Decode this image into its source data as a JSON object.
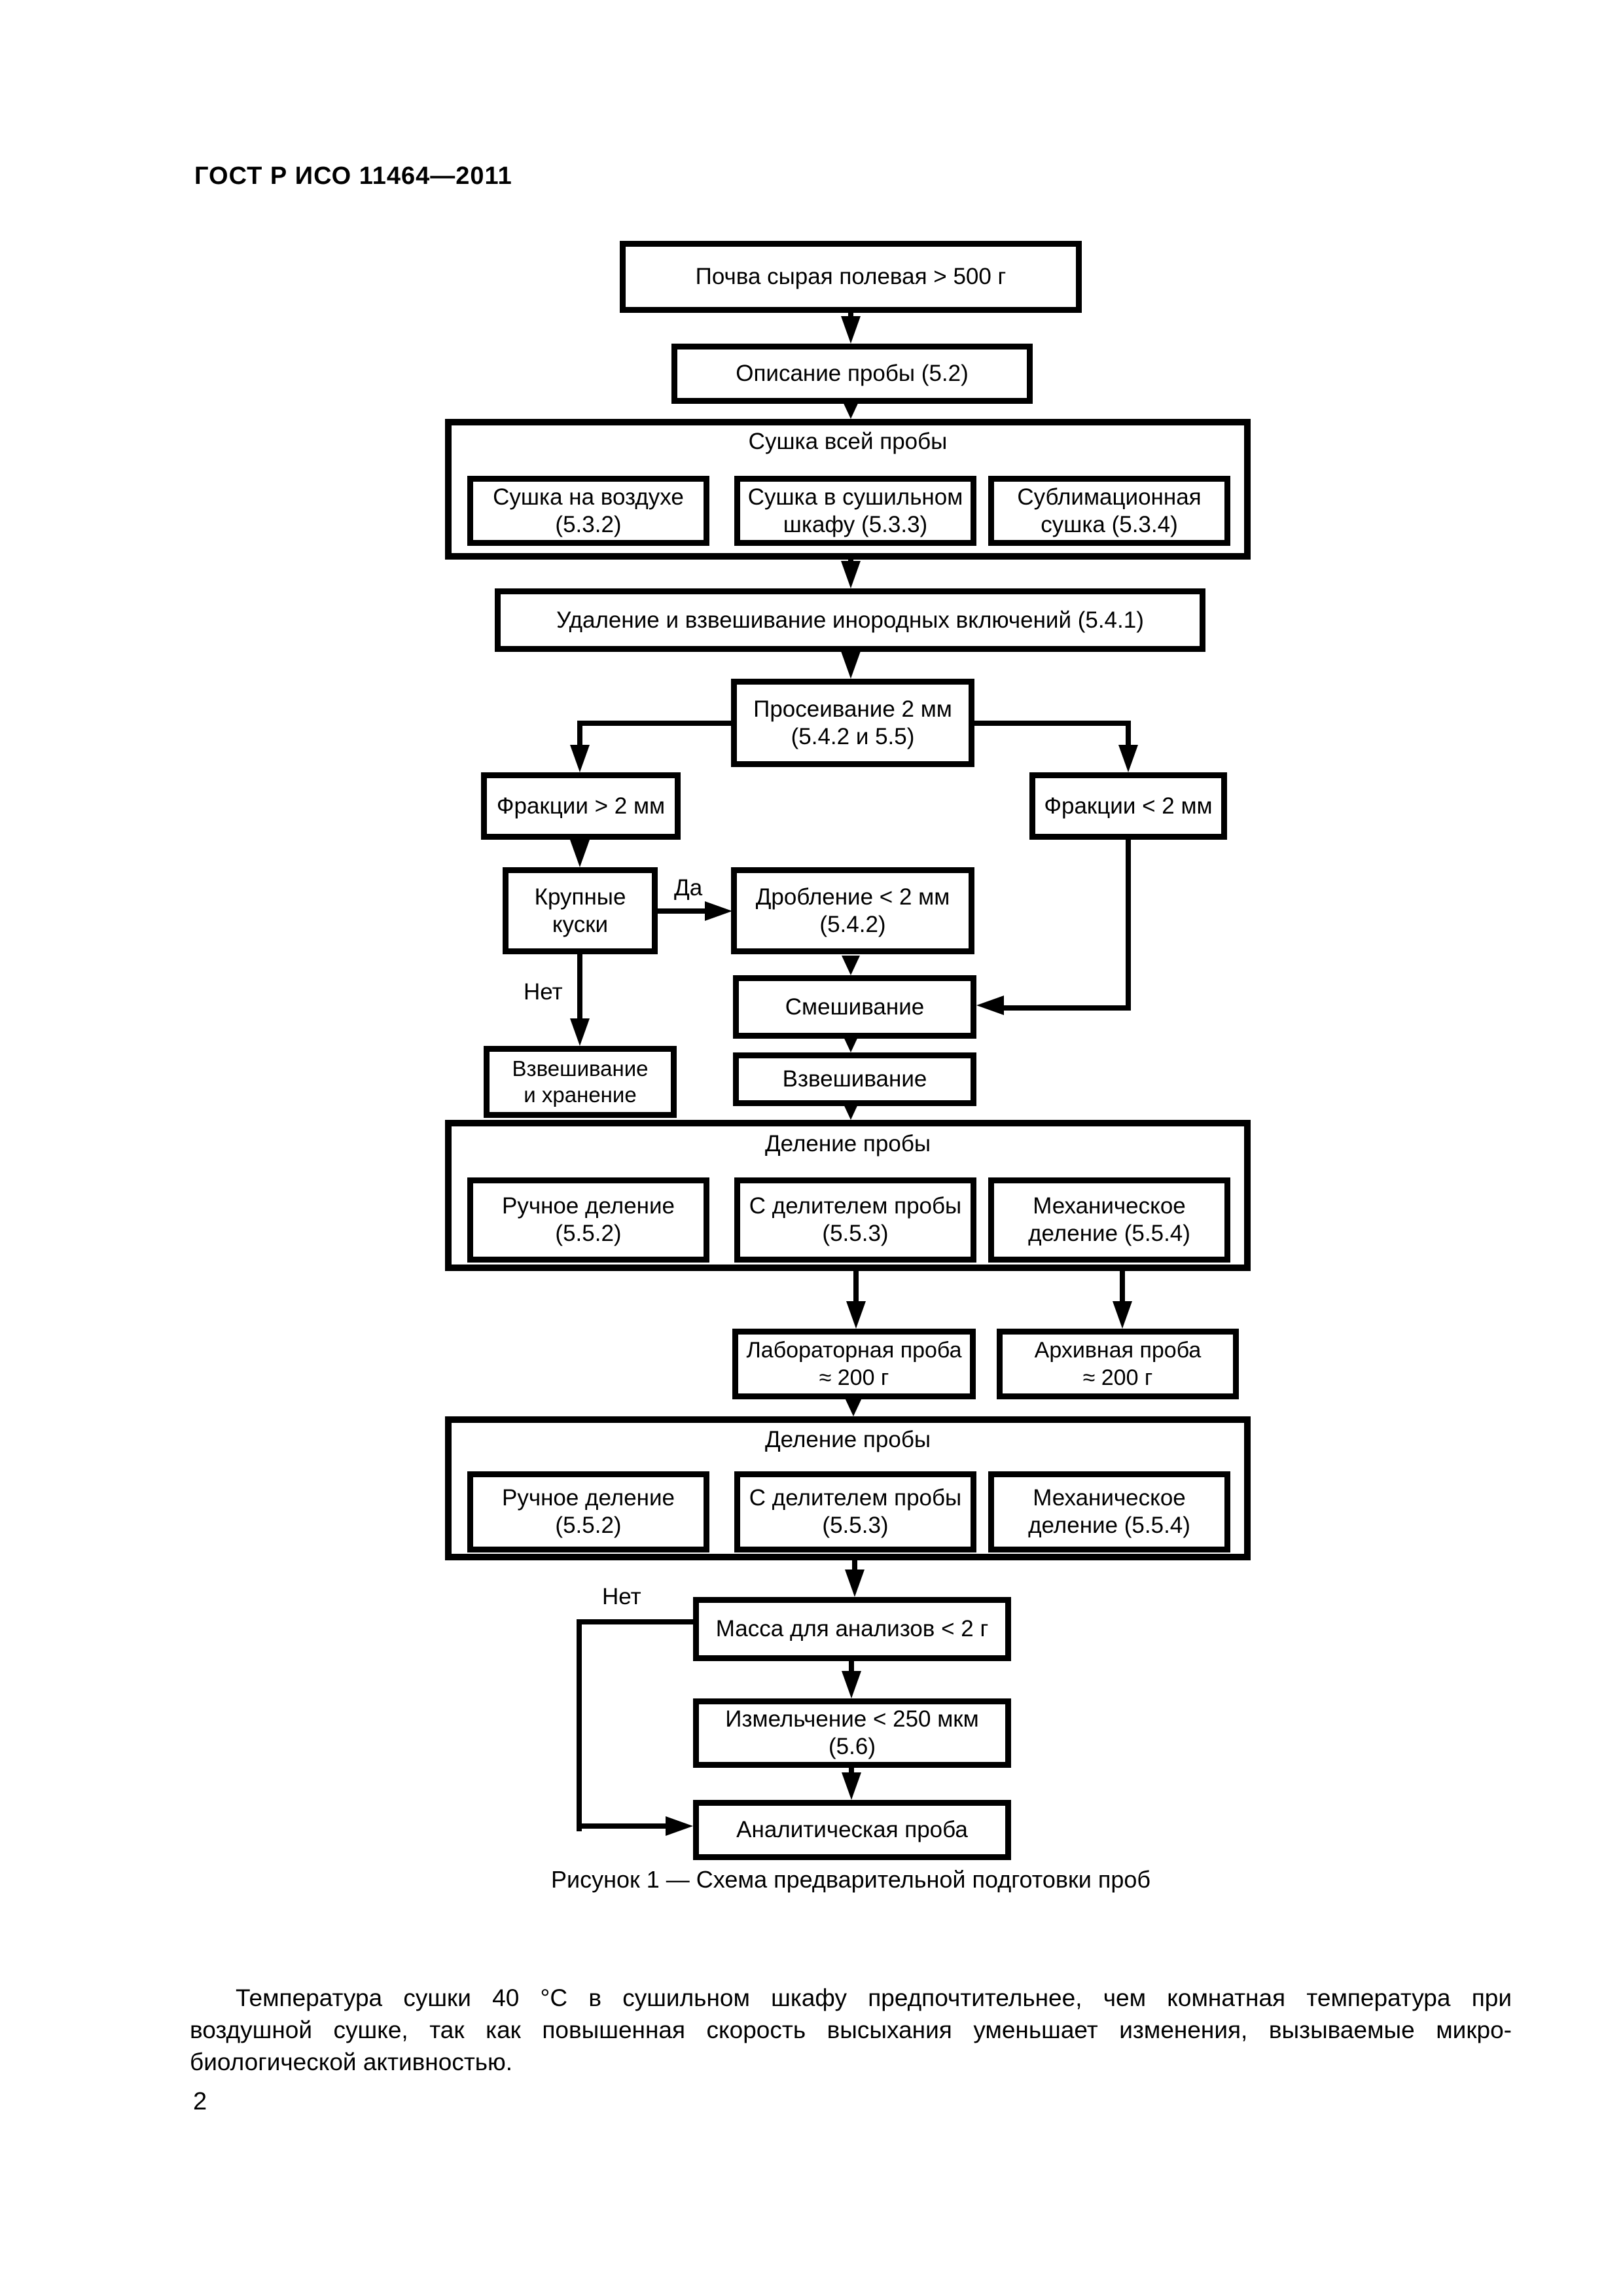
{
  "header": {
    "doc_code": "ГОСТ Р ИСО 11464—2011"
  },
  "figure": {
    "caption": "Рисунок 1 — Схема предварительной подготовки проб",
    "labels": {
      "yes": "Да",
      "no": "Нет"
    },
    "nodes": {
      "soil": "Почва сырая полевая > 500 г",
      "describe": "Описание пробы (5.2)",
      "drying_title": "Сушка всей пробы",
      "dry_air": [
        "Сушка на воздухе",
        "(5.3.2)"
      ],
      "dry_oven": [
        "Сушка в сушильном",
        "шкафу (5.3.3)"
      ],
      "dry_freeze": [
        "Сублимационная",
        "сушка (5.3.4)"
      ],
      "remove": "Удаление и взвешивание инородных включений (5.4.1)",
      "sieve": [
        "Просеивание 2 мм",
        "(5.4.2 и 5.5)"
      ],
      "frac_gt": "Фракции > 2 мм",
      "frac_lt": "Фракции < 2 мм",
      "chunks": [
        "Крупные",
        "куски"
      ],
      "crush": [
        "Дробление < 2 мм",
        "(5.4.2)"
      ],
      "mix": "Смешивание",
      "weigh_store": [
        "Взвешивание",
        "и хранение"
      ],
      "weigh": "Взвешивание",
      "division_title": "Деление пробы",
      "div_manual": [
        "Ручное деление",
        "(5.5.2)"
      ],
      "div_sampler": [
        "С делителем пробы",
        "(5.5.3)"
      ],
      "div_mech": [
        "Механическое",
        "деление (5.5.4)"
      ],
      "lab_sample": [
        "Лабораторная проба",
        "≈ 200 г"
      ],
      "arch_sample": [
        "Архивная проба",
        "≈ 200 г"
      ],
      "mass": "Масса для анализов < 2 г",
      "grind": [
        "Измельчение < 250 мкм",
        "(5.6)"
      ],
      "analytical": "Аналитическая проба"
    }
  },
  "body": {
    "paragraph_lines": [
      "Температура сушки 40 °С в сушильном шкафу предпочтительнее, чем комнатная температура при",
      "воздушной сушке, так как повышенная скорость высыхания уменьшает изменения, вызываемые микро-",
      "биологической активностью."
    ]
  },
  "footer": {
    "page_number": "2"
  }
}
